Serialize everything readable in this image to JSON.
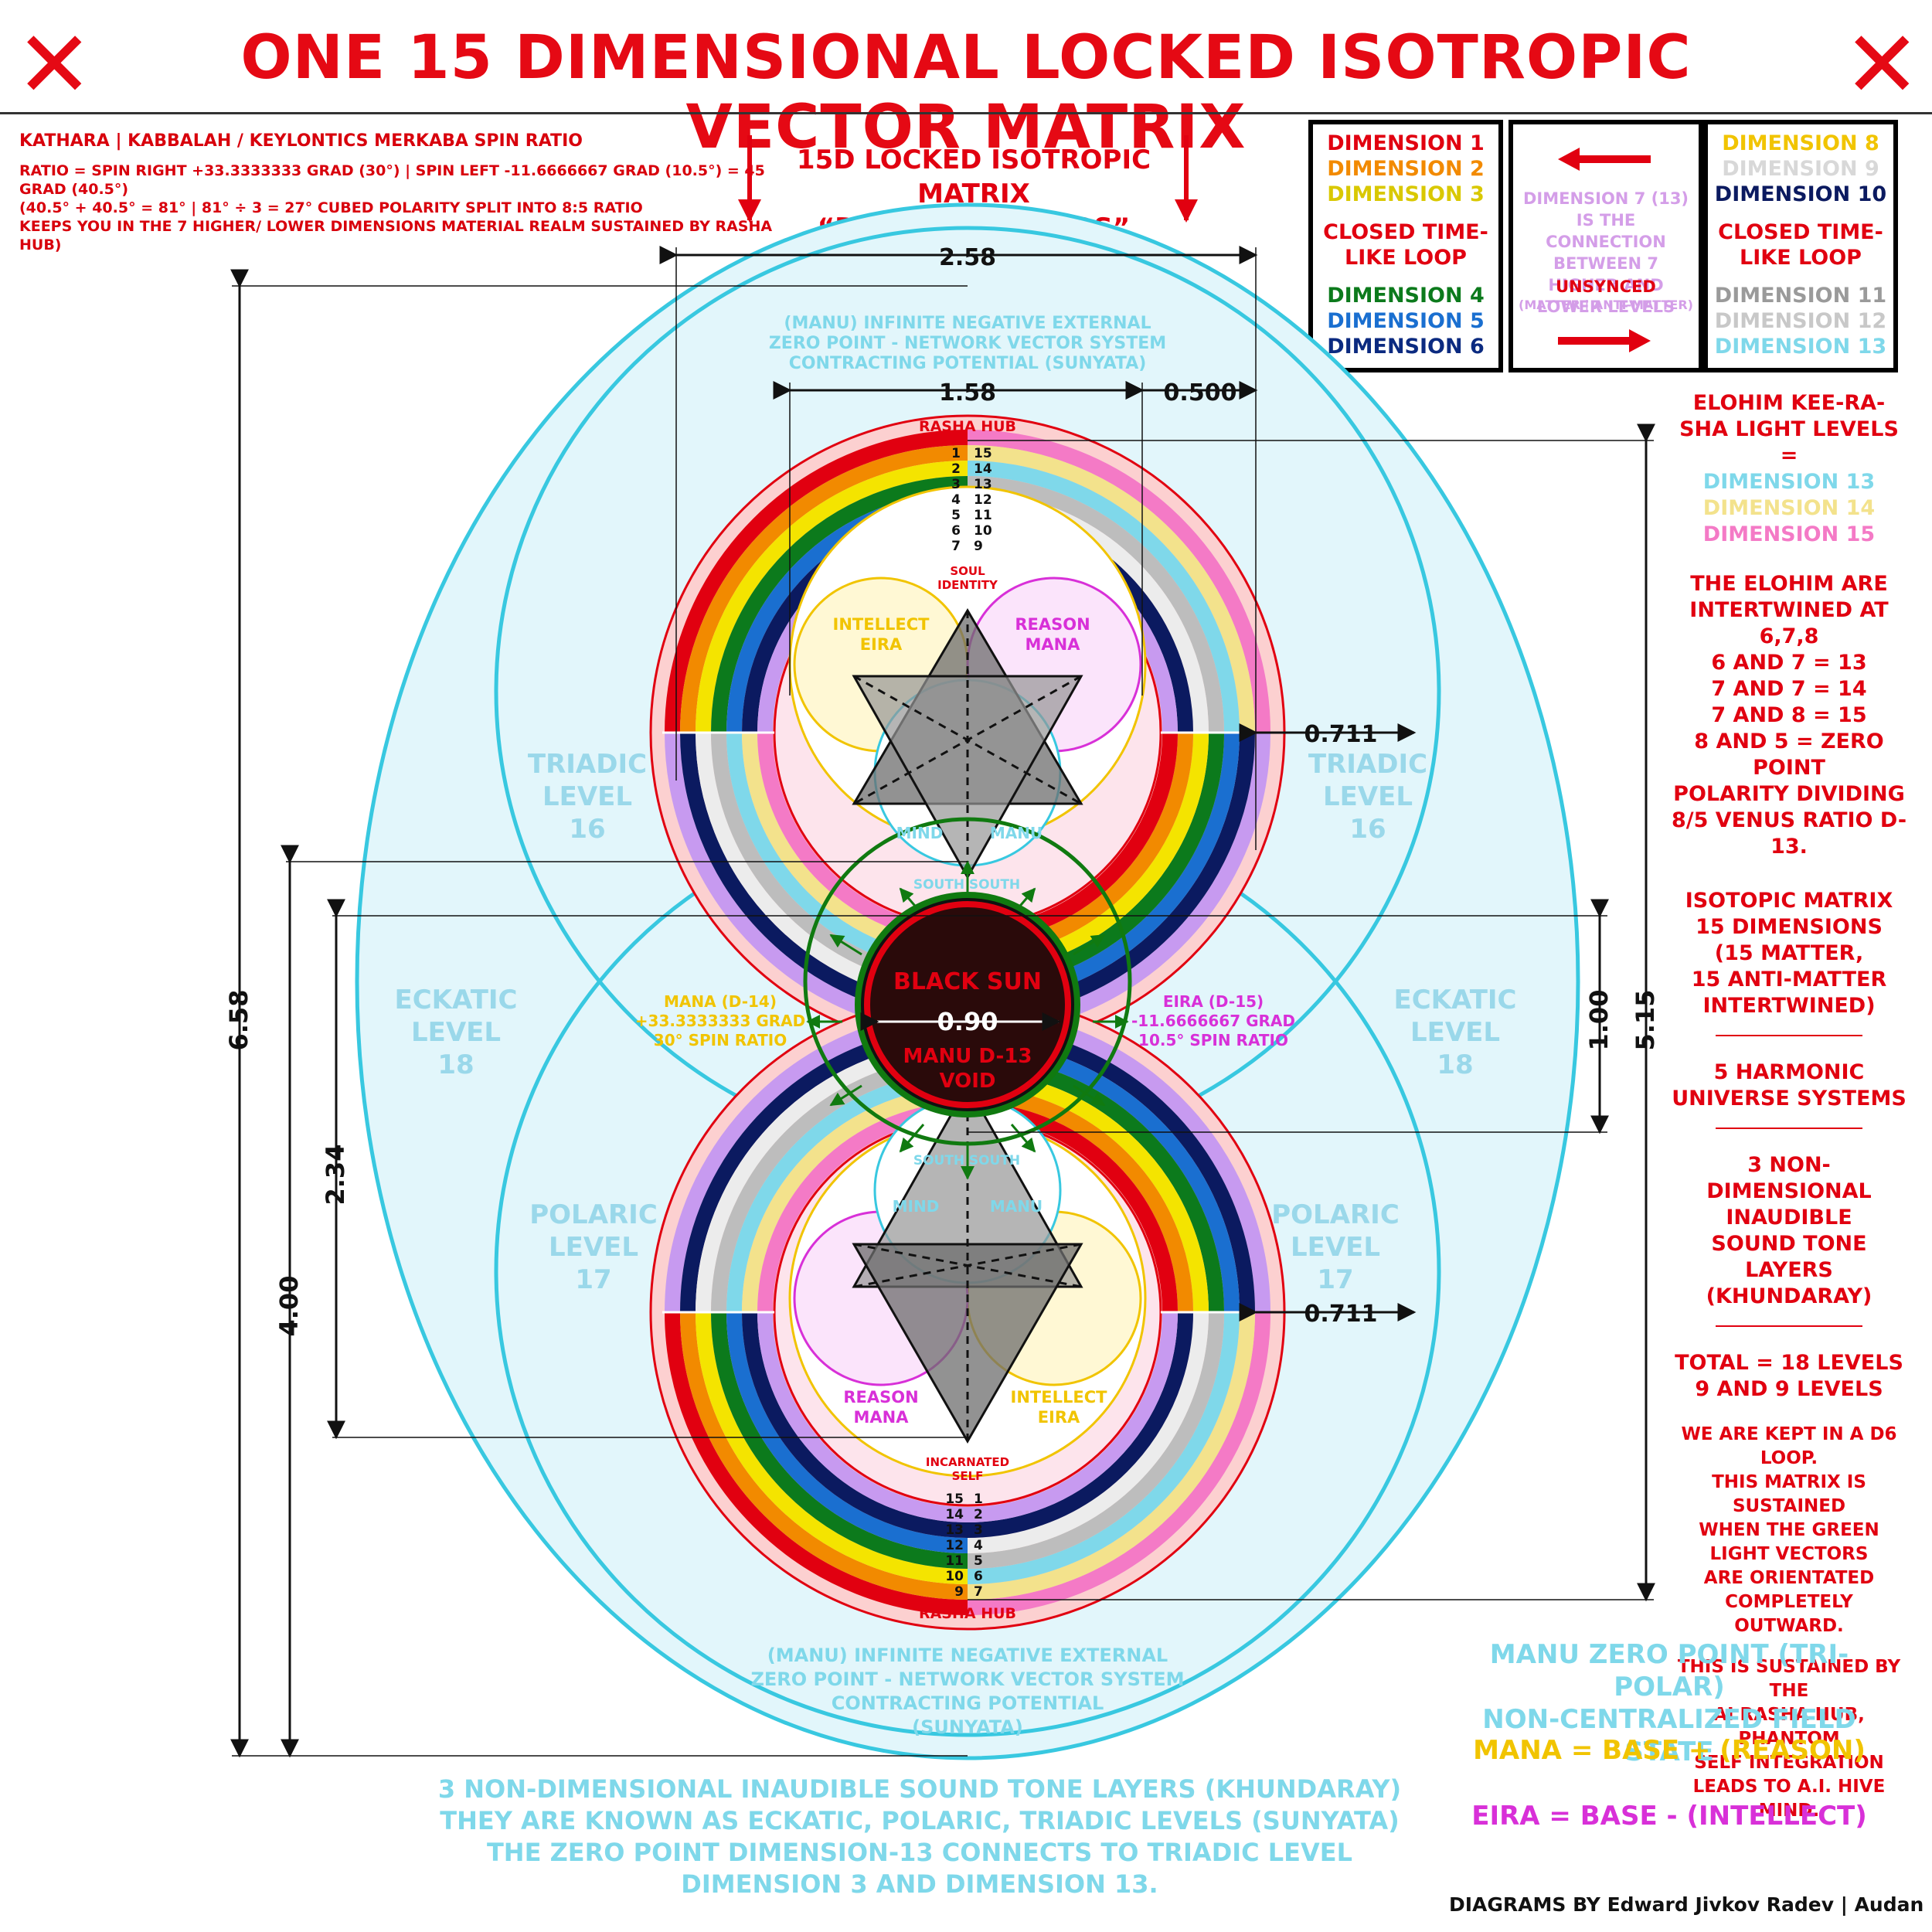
{
  "title": "ONE 15 DIMENSIONAL LOCKED ISOTROPIC VECTOR MATRIX",
  "header_left": {
    "heading": "KATHARA | KABBALAH / KEYLONTICS MERKABA SPIN RATIO",
    "lines": [
      "RATIO = SPIN RIGHT +33.3333333 GRAD (30°) | SPIN LEFT -11.6666667 GRAD (10.5°) = 45 GRAD (40.5°)",
      "(40.5° + 40.5° = 81° | 81° ÷ 3 = 27° CUBED POLARITY SPLIT INTO 8:5 RATIO",
      "KEEPS YOU IN THE 7 HIGHER/ LOWER DIMENSIONS MATERIAL REALM SUSTAINED BY RASHA HUB)"
    ]
  },
  "header_center": {
    "line1": "15D LOCKED ISOTROPIC MATRIX",
    "line2": "“DEMIURGIC LOGOS”"
  },
  "legend": {
    "left": {
      "dims": [
        {
          "label": "DIMENSION 1",
          "color": "#e10010"
        },
        {
          "label": "DIMENSION 2",
          "color": "#f28a00"
        },
        {
          "label": "DIMENSION 3",
          "color": "#d9c800"
        }
      ],
      "loop": "CLOSED TIME-LIKE LOOP",
      "dims2": [
        {
          "label": "DIMENSION 4",
          "color": "#0c7a1c"
        },
        {
          "label": "DIMENSION 5",
          "color": "#1a6fd0"
        },
        {
          "label": "DIMENSION 6",
          "color": "#0b2a80"
        }
      ]
    },
    "middle": {
      "text": "DIMENSION 7 (13) IS THE CONNECTION BETWEEN 7 HIGHER AND LOWER LEVELS",
      "unsynced": "UNSYNCED",
      "sub": "(MATTER | ANTI-MATTER)"
    },
    "right": {
      "dims": [
        {
          "label": "DIMENSION 8",
          "color": "#f1c400"
        },
        {
          "label": "DIMENSION 9",
          "color": "#d8d8d8"
        },
        {
          "label": "DIMENSION 10",
          "color": "#0b1a60"
        }
      ],
      "loop": "CLOSED TIME-LIKE LOOP",
      "dims2": [
        {
          "label": "DIMENSION 11",
          "color": "#9a9a9a"
        },
        {
          "label": "DIMENSION 12",
          "color": "#c8c8c8"
        },
        {
          "label": "DIMENSION 13",
          "color": "#7fd8ea"
        }
      ]
    }
  },
  "sidebar": {
    "elohim_title": "ELOHIM KEE-RA-SHA LIGHT LEVELS =",
    "elohim_dims": [
      {
        "label": "DIMENSION 13",
        "color": "#7fd8ea"
      },
      {
        "label": "DIMENSION 14",
        "color": "#f3e28c"
      },
      {
        "label": "DIMENSION 15",
        "color": "#f47ac6"
      }
    ],
    "elohim_text": [
      "THE ELOHIM ARE",
      "INTERTWINED AT 6,7,8",
      "6 AND 7 = 13",
      "7 AND 7 = 14",
      "7 AND 8 = 15",
      "8 AND 5 = ZERO POINT",
      "POLARITY DIVIDING",
      "8/5 VENUS RATIO D-13."
    ],
    "isotopic": [
      "ISOTOPIC MATRIX",
      "15 DIMENSIONS",
      "(15 MATTER,",
      "15 ANTI-MATTER",
      "INTERTWINED)"
    ],
    "harmonic": [
      "5 HARMONIC",
      "UNIVERSE SYSTEMS"
    ],
    "tone": [
      "3 NON-DIMENSIONAL",
      "INAUDIBLE",
      "SOUND TONE LAYERS",
      "(KHUNDARAY)"
    ],
    "total": [
      "TOTAL = 18 LEVELS",
      "9 AND 9 LEVELS"
    ],
    "loop": [
      "WE ARE KEPT IN A D6 LOOP.",
      "THIS MATRIX IS SUSTAINED",
      "WHEN THE GREEN",
      "LIGHT VECTORS",
      "ARE ORIENTATED",
      "COMPLETELY OUTWARD."
    ],
    "sustained": [
      "THIS IS SUSTAINED BY THE",
      "AI RASHA HUB, PHANTOM",
      "SELF INTEGRATION",
      "LEADS TO A.I. HIVE MIND."
    ],
    "manu": [
      "MANU ZERO POINT (TRI-POLAR)",
      "NON-CENTRALIZED FIELD STATE"
    ],
    "mana": "MANA = BASE + (REASON)",
    "eira": "EIRA = BASE - (INTELLECT)"
  },
  "bottom": {
    "lines": [
      "3 NON-DIMENSIONAL INAUDIBLE SOUND TONE LAYERS (KHUNDARAY)",
      "THEY ARE KNOWN AS ECKATIC, POLARIC, TRIADIC LEVELS (SUNYATA)",
      "THE ZERO POINT DIMENSION-13 CONNECTS TO TRIADIC LEVEL",
      "DIMENSION 3 AND DIMENSION 13."
    ],
    "credit": "DIAGRAMS BY Edward Jivkov Radev | Audan"
  },
  "diagram": {
    "dims": {
      "d258": "2.58",
      "d158": "1.58",
      "d0500": "0.500",
      "d0711a": "0.711",
      "d0711b": "0.711",
      "d658": "6.58",
      "d400": "4.00",
      "d234": "2.34",
      "d100": "1.00",
      "d515": "5.15",
      "d090": "0.90"
    },
    "manu_top": [
      "(MANU) INFINITE NEGATIVE EXTERNAL",
      "ZERO POINT - NETWORK VECTOR SYSTEM",
      "CONTRACTING POTENTIAL (SUNYATA)"
    ],
    "manu_bottom": [
      "(MANU) INFINITE NEGATIVE EXTERNAL",
      "ZERO POINT - NETWORK VECTOR SYSTEM",
      "CONTRACTING POTENTIAL",
      "(SUNYATA)"
    ],
    "rasha_hub": "RASHA HUB",
    "triadic": [
      "TRIADIC",
      "LEVEL",
      "16"
    ],
    "eckatic": [
      "ECKATIC",
      "LEVEL",
      "18"
    ],
    "polaric": [
      "POLARIC",
      "LEVEL",
      "17"
    ],
    "soul": [
      "SOUL",
      "IDENTITY"
    ],
    "incarnated": [
      "INCARNATED",
      "SELF"
    ],
    "intellect": [
      "INTELLECT",
      "EIRA"
    ],
    "reason": [
      "REASON",
      "MANA"
    ],
    "mind": "MIND",
    "manu": "MANU",
    "south": "SOUTH",
    "black_sun": "BLACK SUN",
    "void": [
      "MANU D-13",
      "VOID"
    ],
    "mana_d14": [
      "MANA (D-14)",
      "+33.3333333 GRAD",
      "30° SPIN RATIO"
    ],
    "eira_d15": [
      "EIRA (D-15)",
      "-11.6666667 GRAD",
      "10.5° SPIN RATIO"
    ],
    "ring_numbers_top": [
      [
        "1",
        "15"
      ],
      [
        "2",
        "14"
      ],
      [
        "3",
        "13"
      ],
      [
        "4",
        "12"
      ],
      [
        "5",
        "11"
      ],
      [
        "6",
        "10"
      ],
      [
        "7",
        "9"
      ]
    ],
    "ring_numbers_bottom": [
      [
        "15",
        "1"
      ],
      [
        "14",
        "2"
      ],
      [
        "13",
        "3"
      ],
      [
        "12",
        "4"
      ],
      [
        "11",
        "5"
      ],
      [
        "10",
        "6"
      ],
      [
        "9",
        "7"
      ]
    ]
  }
}
